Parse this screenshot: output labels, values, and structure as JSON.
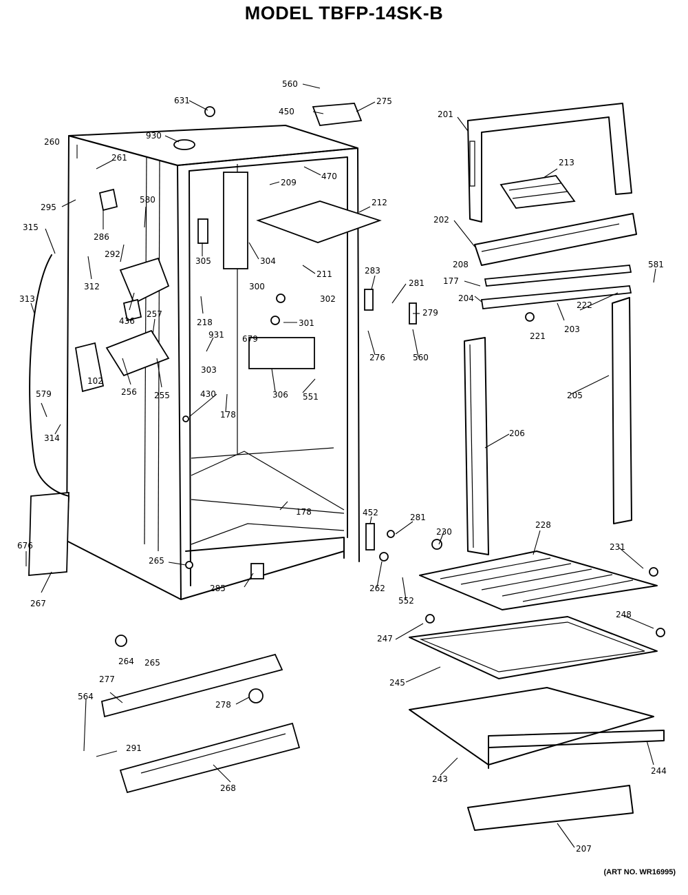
{
  "title": "MODEL TBFP-14SK-B",
  "art_number": "(ART NO. WR16995)",
  "part_labels": [
    "560",
    "275",
    "450",
    "631",
    "930",
    "470",
    "209",
    "212",
    "304",
    "305",
    "211",
    "283",
    "281",
    "279",
    "560",
    "300",
    "302",
    "301",
    "679",
    "306",
    "551",
    "276",
    "218",
    "931",
    "303",
    "178",
    "430",
    "260",
    "261",
    "295",
    "580",
    "286",
    "292",
    "315",
    "312",
    "313",
    "436",
    "257",
    "256",
    "255",
    "102",
    "579",
    "314",
    "676",
    "267",
    "178",
    "265",
    "285",
    "452",
    "281",
    "262",
    "552",
    "230",
    "201",
    "213",
    "202",
    "208",
    "581",
    "177",
    "204",
    "222",
    "203",
    "221",
    "205",
    "206",
    "228",
    "231",
    "248",
    "247",
    "245",
    "264",
    "265",
    "277",
    "564",
    "278",
    "291",
    "268",
    "243",
    "244",
    "207"
  ]
}
